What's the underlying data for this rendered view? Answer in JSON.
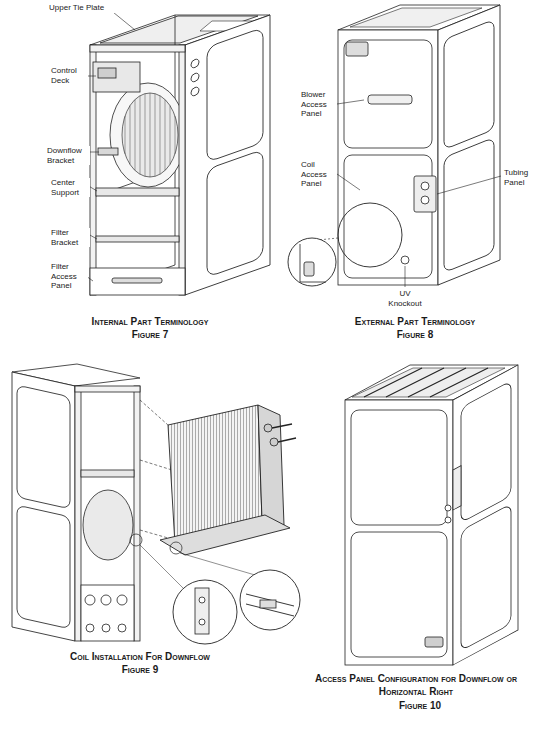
{
  "diagram": {
    "labels": [
      "Upper Tie Plate",
      "Control Deck",
      "Downflow Bracket",
      "Center Support",
      "Filter Bracket",
      "Filter Access Panel",
      "Internal Part Terminology",
      "Figure 7",
      "Blower Access Panel",
      "Coil Access Panel",
      "Tubing Panel",
      "UV Knockout",
      "External Part Terminology",
      "Figure 8",
      "Coil Installation For Downflow",
      "Figure 9",
      "Access Panel Configuration for Downflow or Horizontal Right",
      "Figure 10"
    ]
  }
}
